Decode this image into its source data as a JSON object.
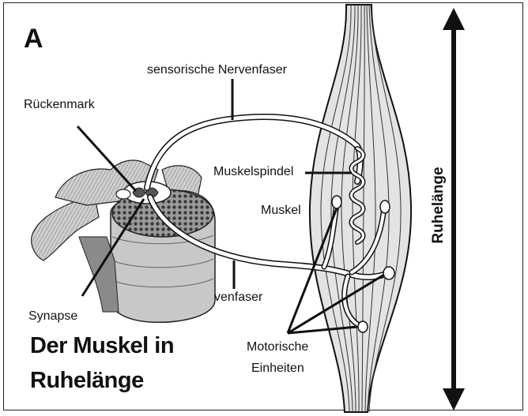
{
  "panel_letter": "A",
  "labels": {
    "sensory_fiber": "sensorische Nervenfaser",
    "spinal_cord": "Rückenmark",
    "muscle_spindle": "Muskelspindel",
    "muscle": "Muskel",
    "synapse": "Synapse",
    "motor_fiber": "venfaser",
    "motor_units_line1": "Motorische",
    "motor_units_line2": "Einheiten",
    "resting_length": "Ruhelänge"
  },
  "title": {
    "line1": "Der Muskel in",
    "line2": "Ruhelänge"
  },
  "colors": {
    "muscle_fill": "#e3e3e3",
    "stroke": "#111111",
    "fiber_fill": "#ffffff",
    "vertebra_light": "#d8d8d8",
    "vertebra_dark": "#555555"
  }
}
